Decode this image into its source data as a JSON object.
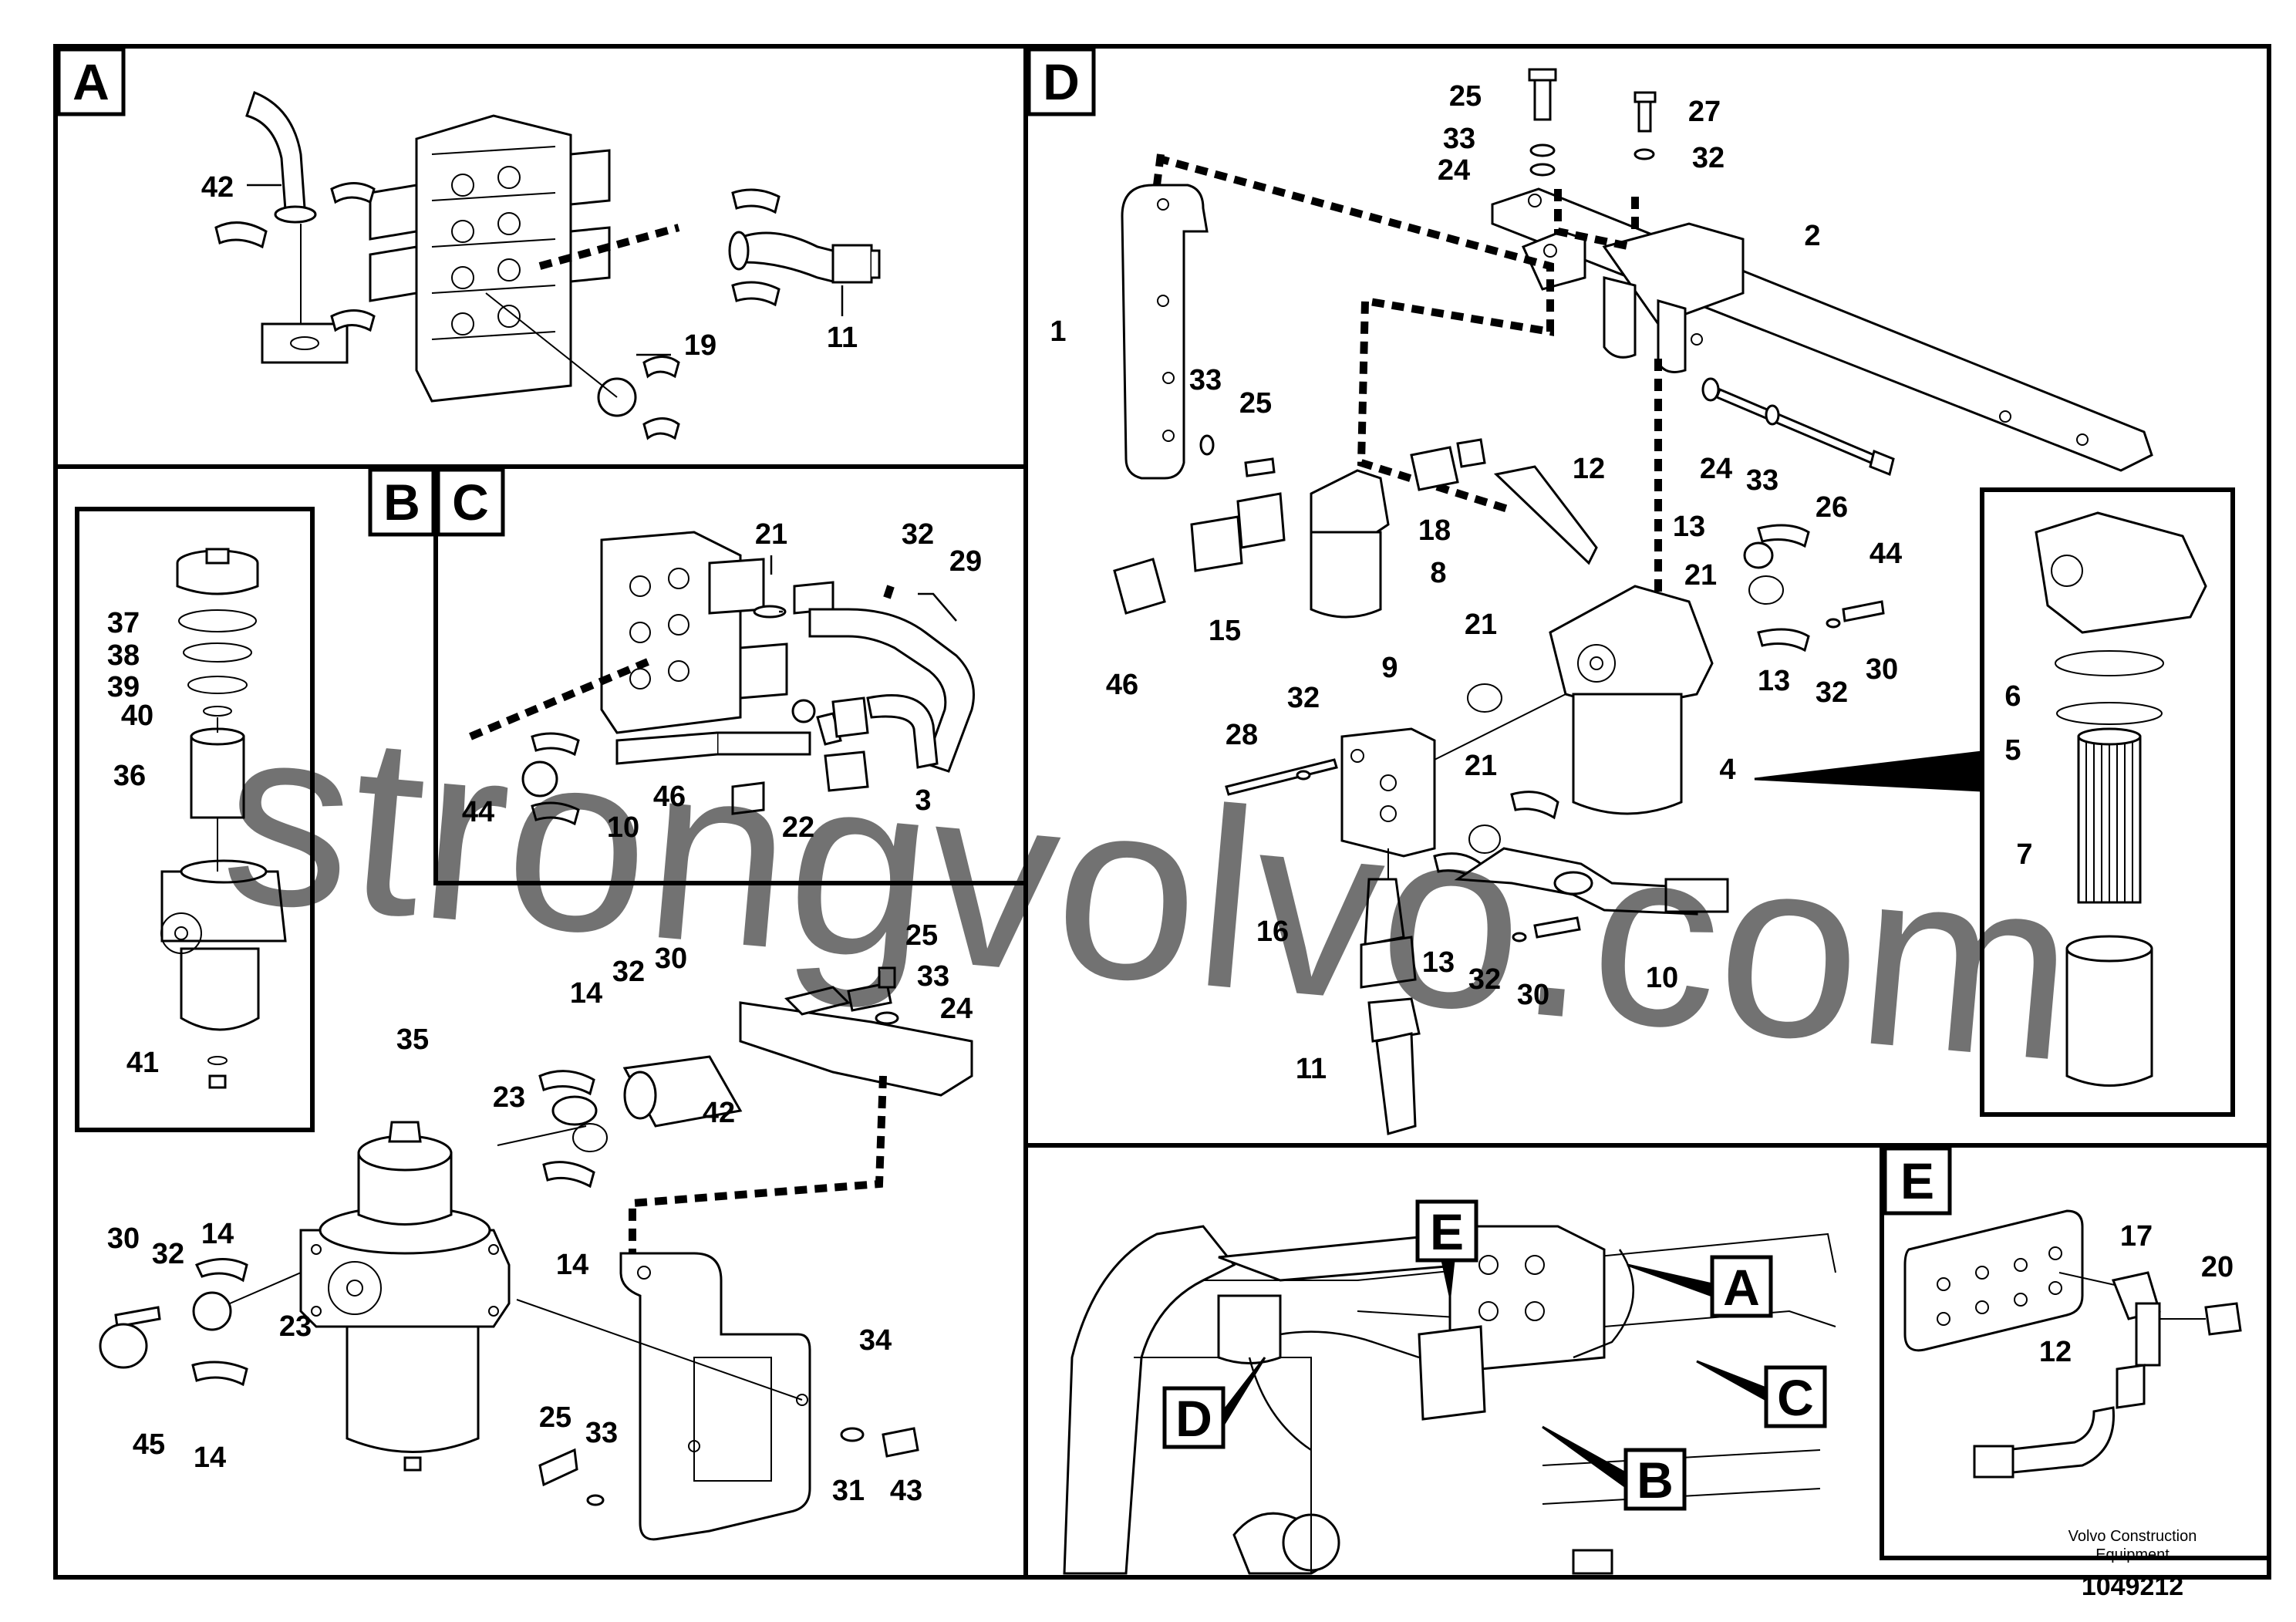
{
  "panels": {
    "a": {
      "letter": "A",
      "labels": [
        "42",
        "19",
        "11"
      ]
    },
    "b": {
      "letter": "B",
      "labels": [
        "37",
        "38",
        "39",
        "40",
        "36",
        "41",
        "35",
        "14",
        "32",
        "30",
        "23",
        "42",
        "25",
        "33",
        "24",
        "30",
        "32",
        "14",
        "23",
        "45",
        "14",
        "14",
        "34",
        "25",
        "33",
        "31",
        "43"
      ]
    },
    "c": {
      "letter": "C",
      "labels": [
        "21",
        "32",
        "29",
        "44",
        "10",
        "46",
        "22",
        "3"
      ]
    },
    "d": {
      "letter": "D",
      "labels": [
        "25",
        "33",
        "24",
        "27",
        "32",
        "2",
        "1",
        "33",
        "25",
        "18",
        "12",
        "24",
        "33",
        "26",
        "15",
        "8",
        "46",
        "13",
        "44",
        "21",
        "21",
        "9",
        "32",
        "28",
        "13",
        "32",
        "30",
        "21",
        "4",
        "6",
        "5",
        "7",
        "16",
        "13",
        "32",
        "30",
        "10",
        "11"
      ]
    },
    "e": {
      "letter": "E",
      "labels": [
        "17",
        "20",
        "12"
      ]
    },
    "overview": {
      "callouts": [
        "E",
        "A",
        "C",
        "D",
        "B"
      ]
    }
  },
  "footer": {
    "company": "Volvo Construction",
    "company2": "Equipment",
    "number": "1049212"
  },
  "watermark": {
    "text": "strongvolvo.com"
  }
}
